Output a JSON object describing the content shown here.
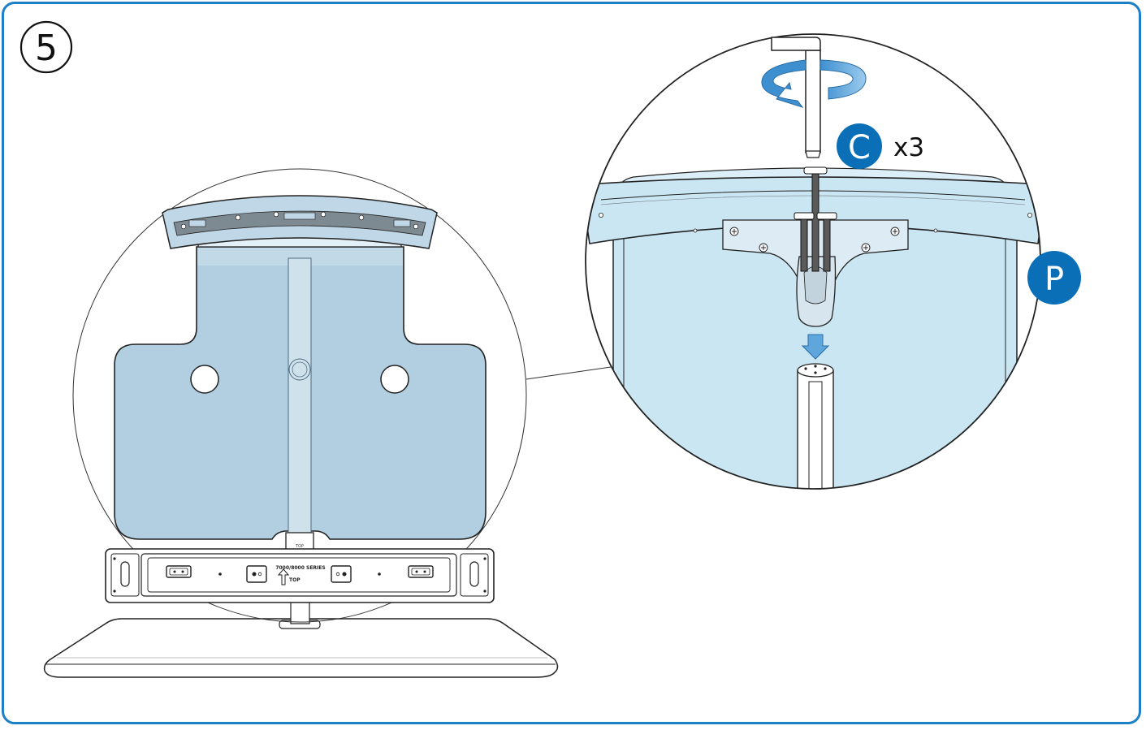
{
  "step": {
    "number": "5"
  },
  "parts": {
    "screw_badge": {
      "letter": "C",
      "quantity": "x3",
      "color": "#0b6fb8"
    },
    "panel_badge": {
      "letter": "P",
      "color": "#0b6fb8"
    }
  },
  "bracket": {
    "series_label": "7000/8000 SERIES",
    "top_label": "TOP",
    "neck_label": "TOP"
  },
  "colors": {
    "frame": "#1d7fc6",
    "glass": "#b1cfe0",
    "zoom_fill": "#cbe6f3",
    "arrow": "#5ea6db"
  }
}
